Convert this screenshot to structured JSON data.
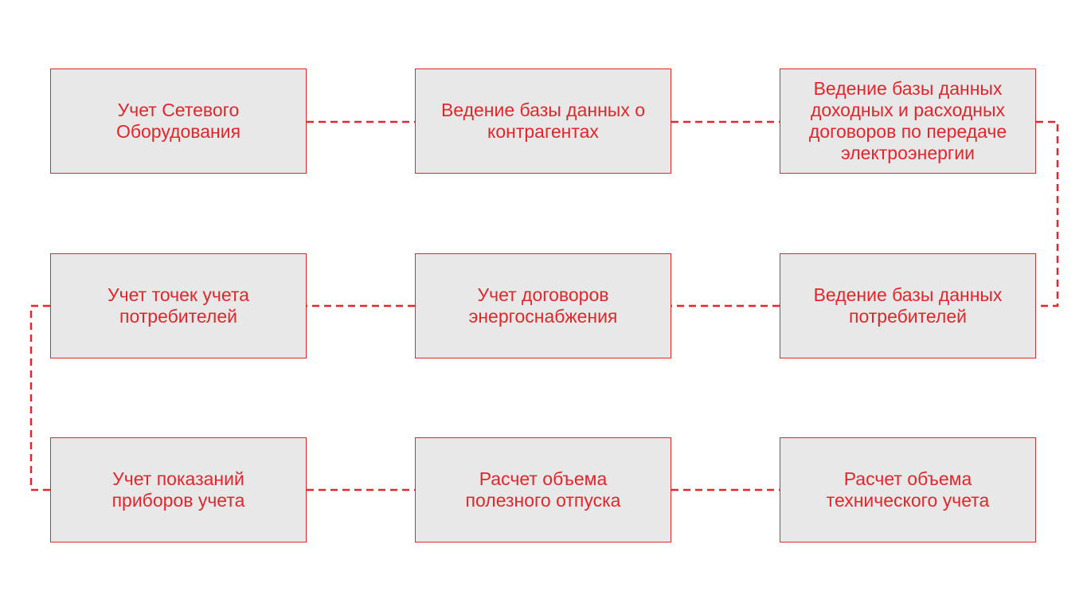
{
  "colors": {
    "accent": "#e2262b",
    "box_fill": "#e8e8e8",
    "background": "#ffffff"
  },
  "boxes": [
    {
      "label": "Учет Сетевого\nОборудования"
    },
    {
      "label": "Ведение базы данных о\nконтрагентах"
    },
    {
      "label": "Ведение базы данных\nдоходных и расходных\nдоговоров по передаче\nэлектроэнергии"
    },
    {
      "label": "Учет точек учета\nпотребителей"
    },
    {
      "label": "Учет договоров\nэнергоснабжения"
    },
    {
      "label": "Ведение базы данных\nпотребителей"
    },
    {
      "label": "Учет показаний\nприборов учета"
    },
    {
      "label": "Расчет объема\nполезного отпуска"
    },
    {
      "label": "Расчет объема\nтехнического учета"
    }
  ]
}
